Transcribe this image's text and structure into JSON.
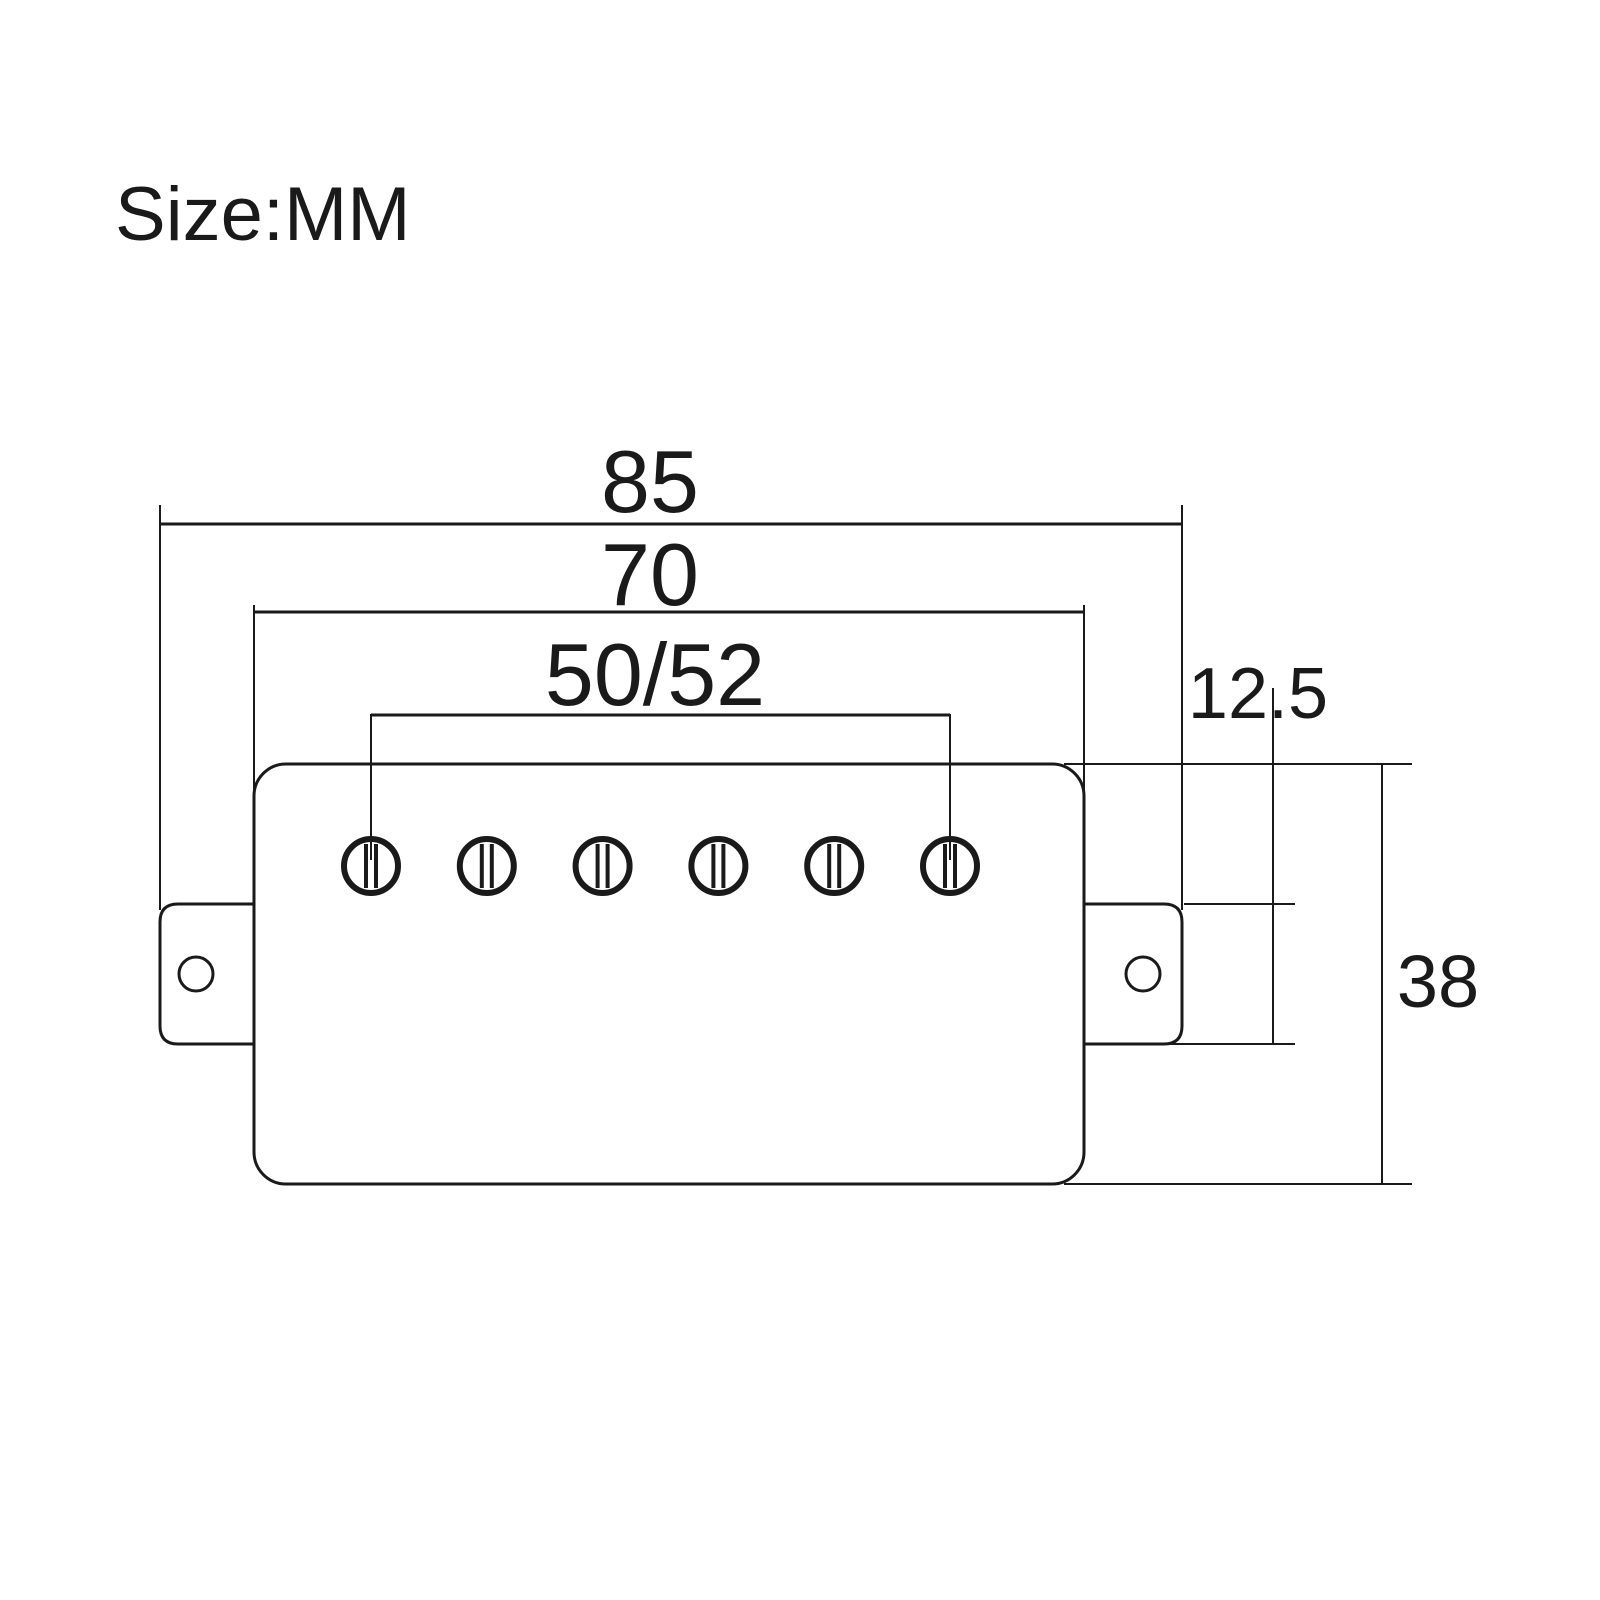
{
  "header": {
    "size_label": "Size:MM"
  },
  "dimensions": {
    "overall_width": "85",
    "cover_width": "70",
    "pole_spacing": "50/52",
    "mounting_ear_height": "12.5",
    "cover_height": "38"
  },
  "pickup": {
    "pole_piece_count": 6,
    "mounting_hole_count": 2
  },
  "colors": {
    "line": "#1a1a1a",
    "background": "#ffffff"
  }
}
